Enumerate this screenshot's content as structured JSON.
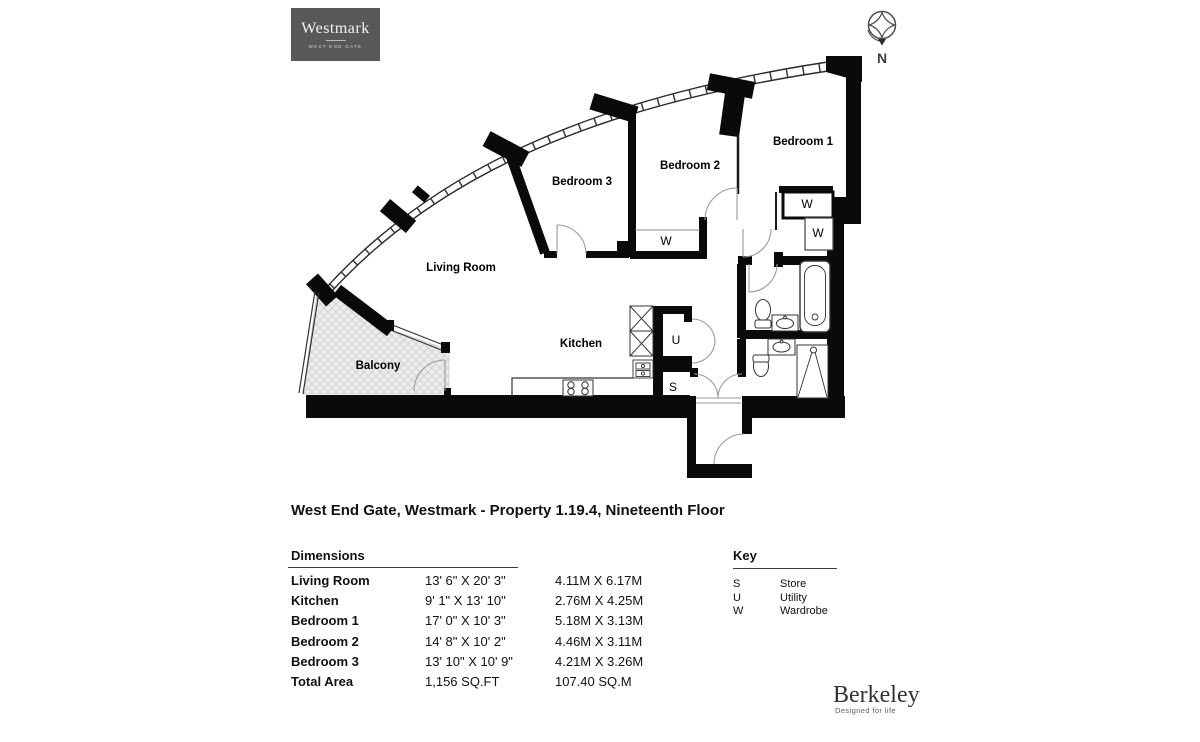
{
  "logo": {
    "name": "Westmark",
    "subtitle": "WEST END GATE"
  },
  "compass": {
    "label": "N"
  },
  "plan": {
    "labels": {
      "bedroom1": "Bedroom 1",
      "bedroom2": "Bedroom 2",
      "bedroom3": "Bedroom 3",
      "living_room": "Living Room",
      "kitchen": "Kitchen",
      "balcony": "Balcony",
      "wardrobe_b2": "W",
      "wardrobe_b1a": "W",
      "wardrobe_b1b": "W",
      "utility": "U",
      "store": "S"
    }
  },
  "title": "West End Gate, Westmark - Property 1.19.4, Nineteenth Floor",
  "dimensions": {
    "heading": "Dimensions",
    "rows": [
      {
        "room": "Living Room",
        "imperial": "13' 6\" X 20' 3\"",
        "metric": "4.11M X 6.17M"
      },
      {
        "room": "Kitchen",
        "imperial": "9' 1\" X 13' 10\"",
        "metric": "2.76M X 4.25M"
      },
      {
        "room": "Bedroom 1",
        "imperial": "17' 0\" X 10' 3\"",
        "metric": "5.18M X 3.13M"
      },
      {
        "room": "Bedroom 2",
        "imperial": "14' 8\" X 10' 2\"",
        "metric": "4.46M X 3.11M"
      },
      {
        "room": "Bedroom 3",
        "imperial": "13' 10\" X 10' 9\"",
        "metric": "4.21M X 3.26M"
      },
      {
        "room": "Total Area",
        "imperial": "1,156 SQ.FT",
        "metric": "107.40 SQ.M"
      }
    ]
  },
  "key": {
    "heading": "Key",
    "items": [
      {
        "code": "S",
        "label": "Store"
      },
      {
        "code": "U",
        "label": "Utility"
      },
      {
        "code": "W",
        "label": "Wardrobe"
      }
    ]
  },
  "brand": {
    "name": "Berkeley",
    "tagline": "Designed for life"
  },
  "colors": {
    "logo_bg": "#58585a",
    "wall": "#0a0a0a",
    "door_arc": "#9a9a9a"
  }
}
